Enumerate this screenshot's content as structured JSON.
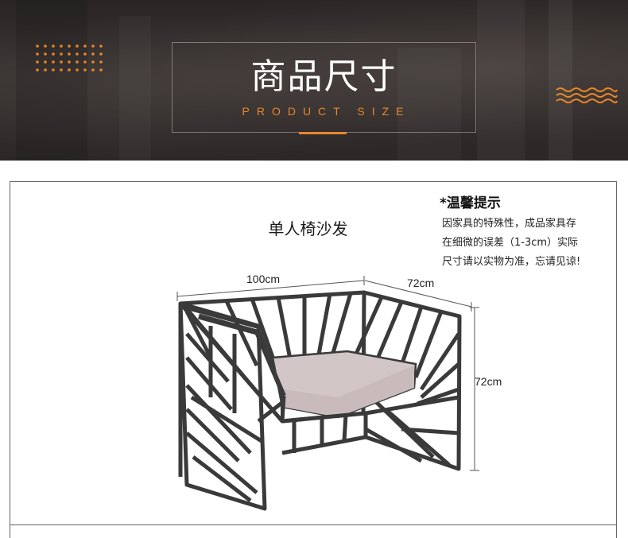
{
  "header": {
    "title_cn": "商品尺寸",
    "title_en": "PRODUCT SIZE",
    "accent_color": "#e9872a",
    "decor_icons": [
      "dot-grid-icon",
      "wave-lines-icon"
    ]
  },
  "product": {
    "name": "单人椅沙发",
    "notice": {
      "title": "*温馨提示",
      "lines": [
        "因家具的特殊性，成品家具存",
        "在细微的误差（1-3cm）实际",
        "尺寸请以实物为准，忘请见谅!"
      ]
    },
    "dimensions": {
      "width": "100cm",
      "depth": "72cm",
      "height": "72cm"
    },
    "frame_color": "#3a3a3a",
    "cushion_color": "#d3c6c6"
  }
}
